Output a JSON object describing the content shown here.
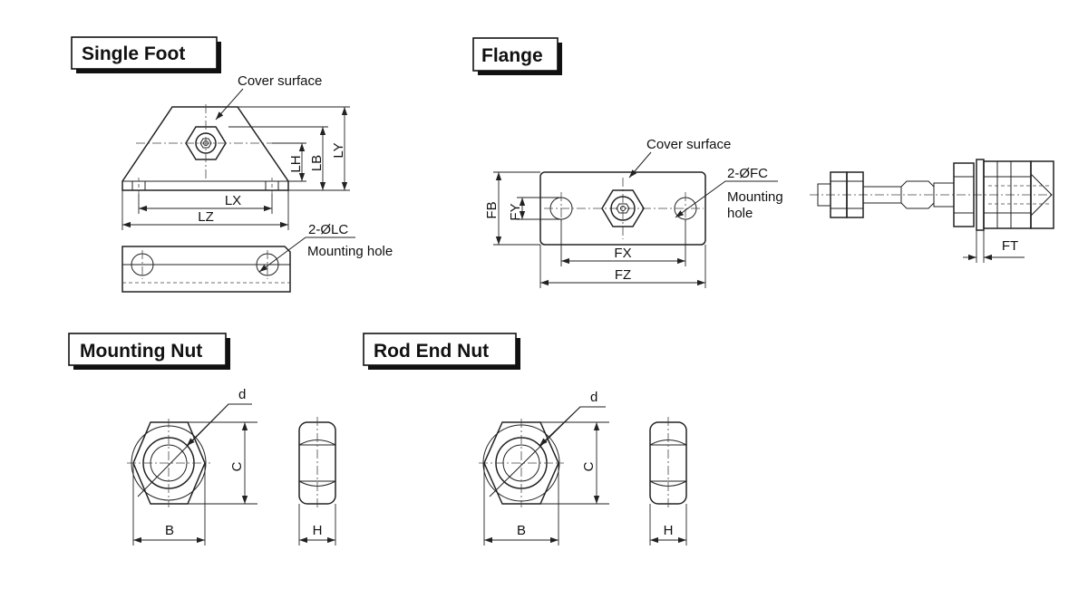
{
  "sections": {
    "single_foot": {
      "title": "Single Foot",
      "cover_surface": "Cover surface",
      "lx": "LX",
      "lz": "LZ",
      "lh": "LH",
      "lb": "LB",
      "ly": "LY",
      "lc": "2-ØLC",
      "mounting_hole": "Mounting hole"
    },
    "flange": {
      "title": "Flange",
      "cover_surface": "Cover surface",
      "fc": "2-ØFC",
      "mounting": "Mounting",
      "hole": "hole",
      "fb": "FB",
      "fy": "FY",
      "fx": "FX",
      "fz": "FZ",
      "ft": "FT"
    },
    "mounting_nut": {
      "title": "Mounting Nut",
      "d": "d",
      "c": "C",
      "b": "B",
      "h": "H"
    },
    "rod_end_nut": {
      "title": "Rod End Nut",
      "d": "d",
      "c": "C",
      "b": "B",
      "h": "H"
    }
  }
}
